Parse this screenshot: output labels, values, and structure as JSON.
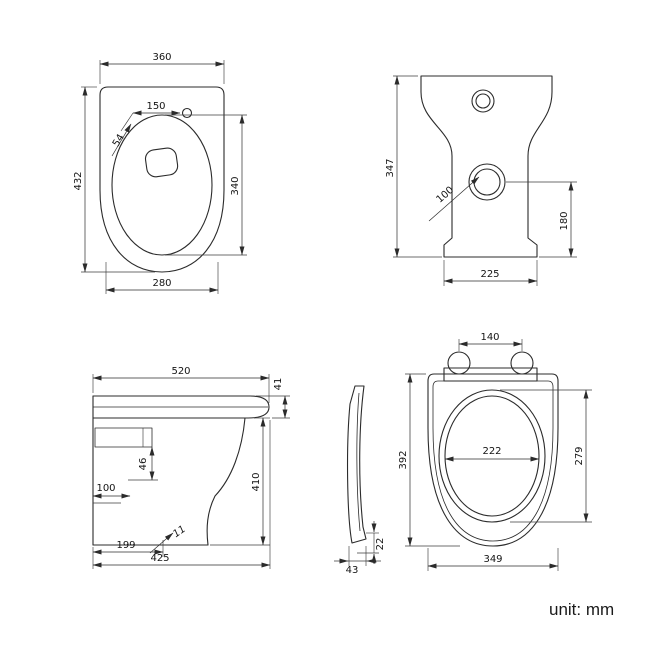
{
  "unit_label": "unit: mm",
  "drawing": {
    "stroke_color": "#2b2b2b",
    "views": {
      "top": {
        "overall_width": "360",
        "overall_depth": "432",
        "bowl_depth": "340",
        "bowl_width": "280",
        "button_offset": "150",
        "rim_width": "54"
      },
      "rear": {
        "height": "347",
        "outlet_height": "180",
        "base_width": "225",
        "outlet_diameter": "100"
      },
      "side": {
        "overall_depth": "520",
        "lid_thickness": "41",
        "seat_height": "410",
        "fixing_offset": "46",
        "inlet_offset": "100",
        "trap_distance": "199",
        "body_depth": "425",
        "gap": "11"
      },
      "seat": {
        "hinge_spacing": "140",
        "length": "392",
        "opening_length": "279",
        "opening_width": "222",
        "width": "349",
        "profile_width": "43",
        "profile_thickness": "22"
      }
    }
  }
}
